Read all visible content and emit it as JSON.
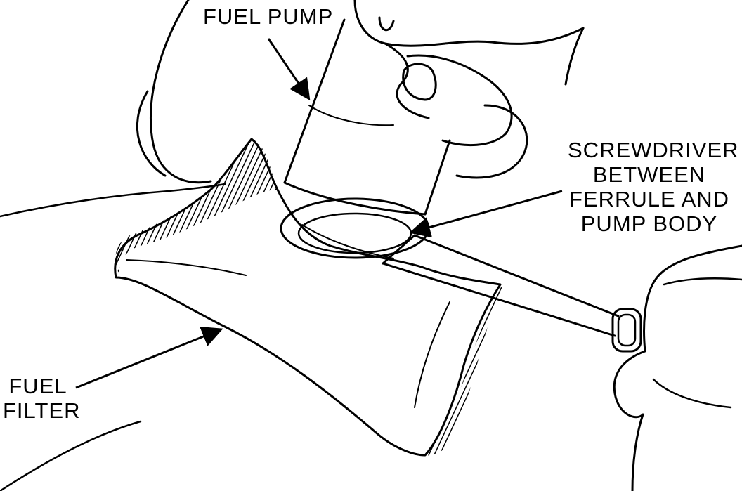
{
  "labels": {
    "fuel_pump": "FUEL PUMP",
    "screwdriver": [
      "SCREWDRIVER",
      "BETWEEN",
      "FERRULE AND",
      "PUMP BODY"
    ],
    "fuel_filter": [
      "FUEL",
      "FILTER"
    ]
  },
  "colors": {
    "ink": "#000000",
    "paper": "#ffffff"
  }
}
